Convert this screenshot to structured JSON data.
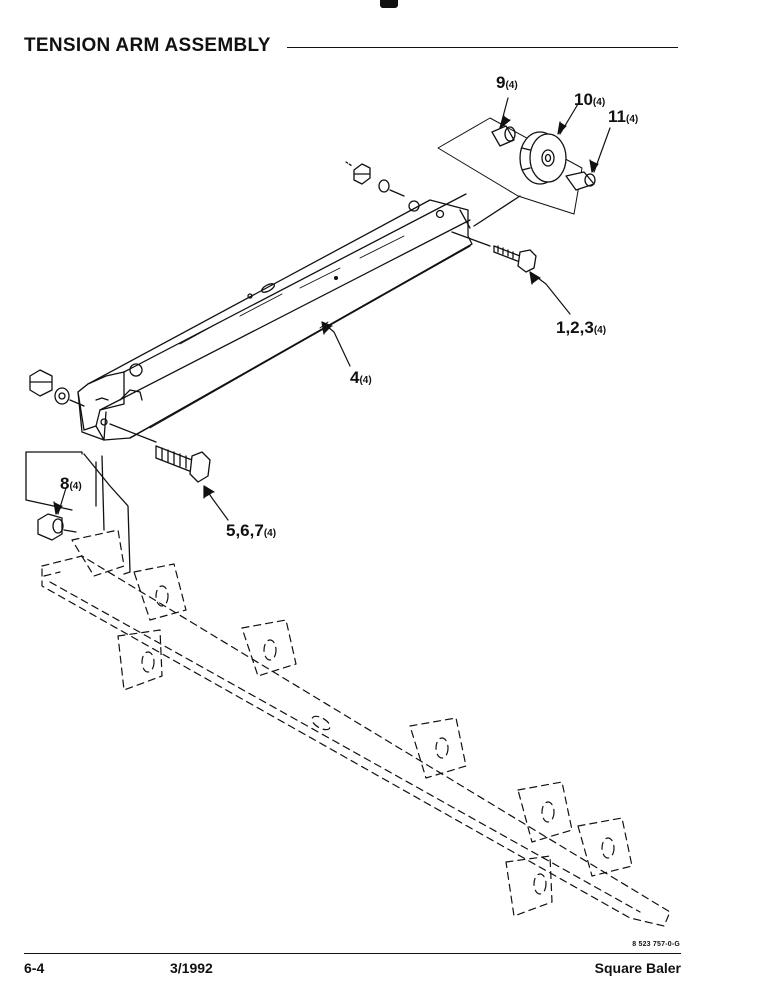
{
  "header": {
    "title": "TENSION ARM ASSEMBLY"
  },
  "callouts": [
    {
      "id": "9",
      "label": "9",
      "qty": "(4)"
    },
    {
      "id": "10",
      "label": "10",
      "qty": "(4)"
    },
    {
      "id": "11",
      "label": "11",
      "qty": "(4)"
    },
    {
      "id": "1-2-3",
      "label": "1,2,3",
      "qty": "(4)"
    },
    {
      "id": "4",
      "label": "4",
      "qty": "(4)"
    },
    {
      "id": "8",
      "label": "8",
      "qty": "(4)"
    },
    {
      "id": "5-6-7",
      "label": "5,6,7",
      "qty": "(4)"
    }
  ],
  "drawing_number": "8 523 757-0-G",
  "footer": {
    "page": "6-4",
    "date": "3/1992",
    "product": "Square Baler"
  }
}
